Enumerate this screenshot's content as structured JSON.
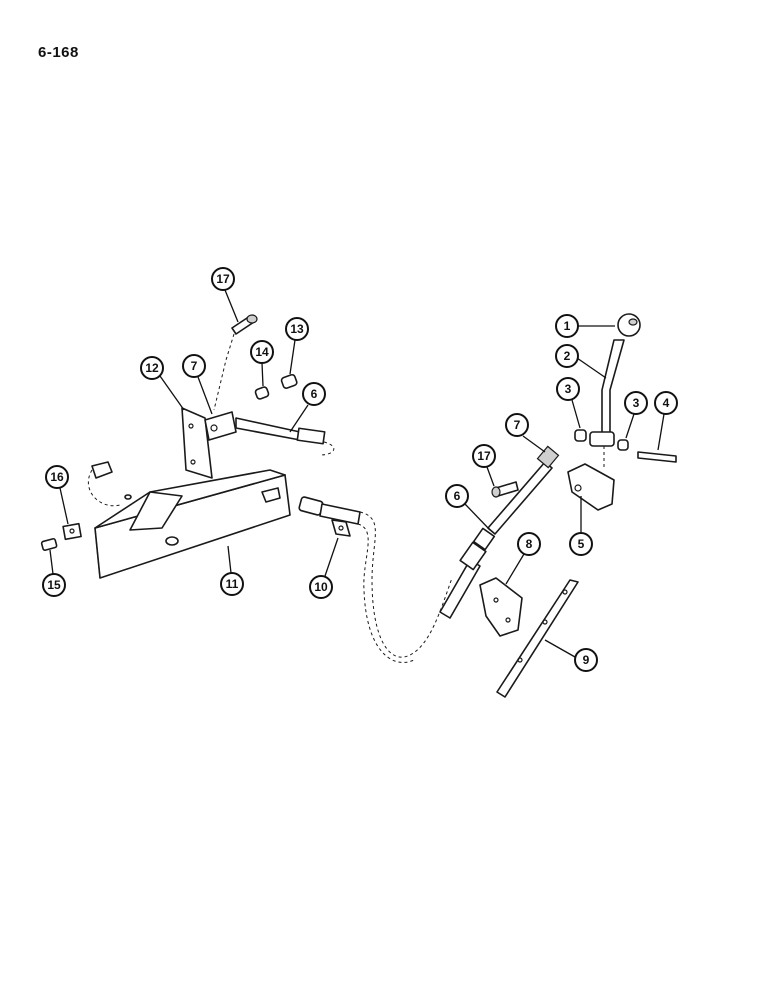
{
  "page": {
    "number": "6-168"
  },
  "callouts": [
    {
      "id": "c1",
      "label": "1"
    },
    {
      "id": "c2",
      "label": "2"
    },
    {
      "id": "c3a",
      "label": "3"
    },
    {
      "id": "c3b",
      "label": "3"
    },
    {
      "id": "c4",
      "label": "4"
    },
    {
      "id": "c5",
      "label": "5"
    },
    {
      "id": "c6a",
      "label": "6"
    },
    {
      "id": "c6b",
      "label": "6"
    },
    {
      "id": "c7a",
      "label": "7"
    },
    {
      "id": "c7b",
      "label": "7"
    },
    {
      "id": "c8",
      "label": "8"
    },
    {
      "id": "c9",
      "label": "9"
    },
    {
      "id": "c10",
      "label": "10"
    },
    {
      "id": "c11",
      "label": "11"
    },
    {
      "id": "c12",
      "label": "12"
    },
    {
      "id": "c13",
      "label": "13"
    },
    {
      "id": "c14",
      "label": "14"
    },
    {
      "id": "c15",
      "label": "15"
    },
    {
      "id": "c16",
      "label": "16"
    },
    {
      "id": "c17a",
      "label": "17"
    },
    {
      "id": "c17b",
      "label": "17"
    }
  ]
}
